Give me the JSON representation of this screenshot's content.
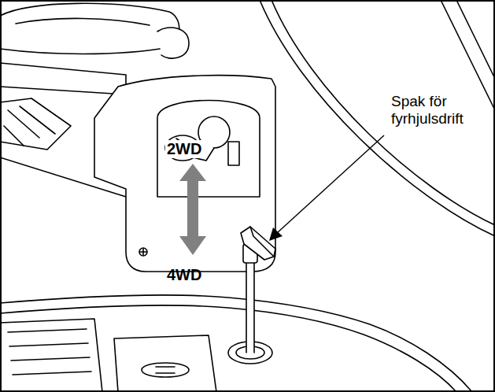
{
  "diagram": {
    "labels": [
      "Spak för fyrhjulsdrift",
      "2WD",
      "4WD"
    ]
  }
}
